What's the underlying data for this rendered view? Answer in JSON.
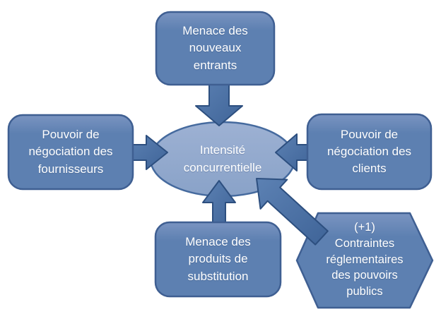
{
  "colors": {
    "background": "#ffffff",
    "node_fill_light": "#7a94c1",
    "node_fill": "#5d80b1",
    "node_border": "#3f5f92",
    "ellipse_fill_light": "#9db1d3",
    "ellipse_fill": "#89a2c8",
    "ellipse_border": "#456a9e",
    "arrow_fill_light": "#5c81b3",
    "arrow_fill": "#3f6498",
    "arrow_border": "#2d4f7f",
    "text": "#ffffff"
  },
  "diagram": {
    "type": "five-forces-diagram",
    "center": {
      "id": "intensite-concurrentielle",
      "shape": "ellipse",
      "label": "Intensité\nconcurrentielle"
    },
    "nodes": [
      {
        "id": "menace-nouveaux-entrants",
        "shape": "rounded-rect",
        "position": "top",
        "label": "Menace des\nnouveaux\nentrants"
      },
      {
        "id": "pouvoir-negociation-fournisseurs",
        "shape": "rounded-rect",
        "position": "left",
        "label": "Pouvoir de\nnégociation des\nfournisseurs"
      },
      {
        "id": "pouvoir-negociation-clients",
        "shape": "rounded-rect",
        "position": "right",
        "label": "Pouvoir de\nnégociation des\nclients"
      },
      {
        "id": "menace-produits-substitution",
        "shape": "rounded-rect",
        "position": "bottom",
        "label": "Menace des\nproduits de\nsubstitution"
      },
      {
        "id": "contraintes-reglementaires-pouvoirs-publics",
        "shape": "hexagon",
        "position": "bottom-right",
        "label": "(+1)\nContraintes\nréglementaires\ndes pouvoirs\npublics"
      }
    ],
    "arrows": [
      {
        "from": "menace-nouveaux-entrants",
        "to": "intensite-concurrentielle",
        "direction": "down"
      },
      {
        "from": "pouvoir-negociation-fournisseurs",
        "to": "intensite-concurrentielle",
        "direction": "right"
      },
      {
        "from": "pouvoir-negociation-clients",
        "to": "intensite-concurrentielle",
        "direction": "left"
      },
      {
        "from": "menace-produits-substitution",
        "to": "intensite-concurrentielle",
        "direction": "up"
      },
      {
        "from": "contraintes-reglementaires-pouvoirs-publics",
        "to": "intensite-concurrentielle",
        "direction": "up-left"
      }
    ]
  }
}
